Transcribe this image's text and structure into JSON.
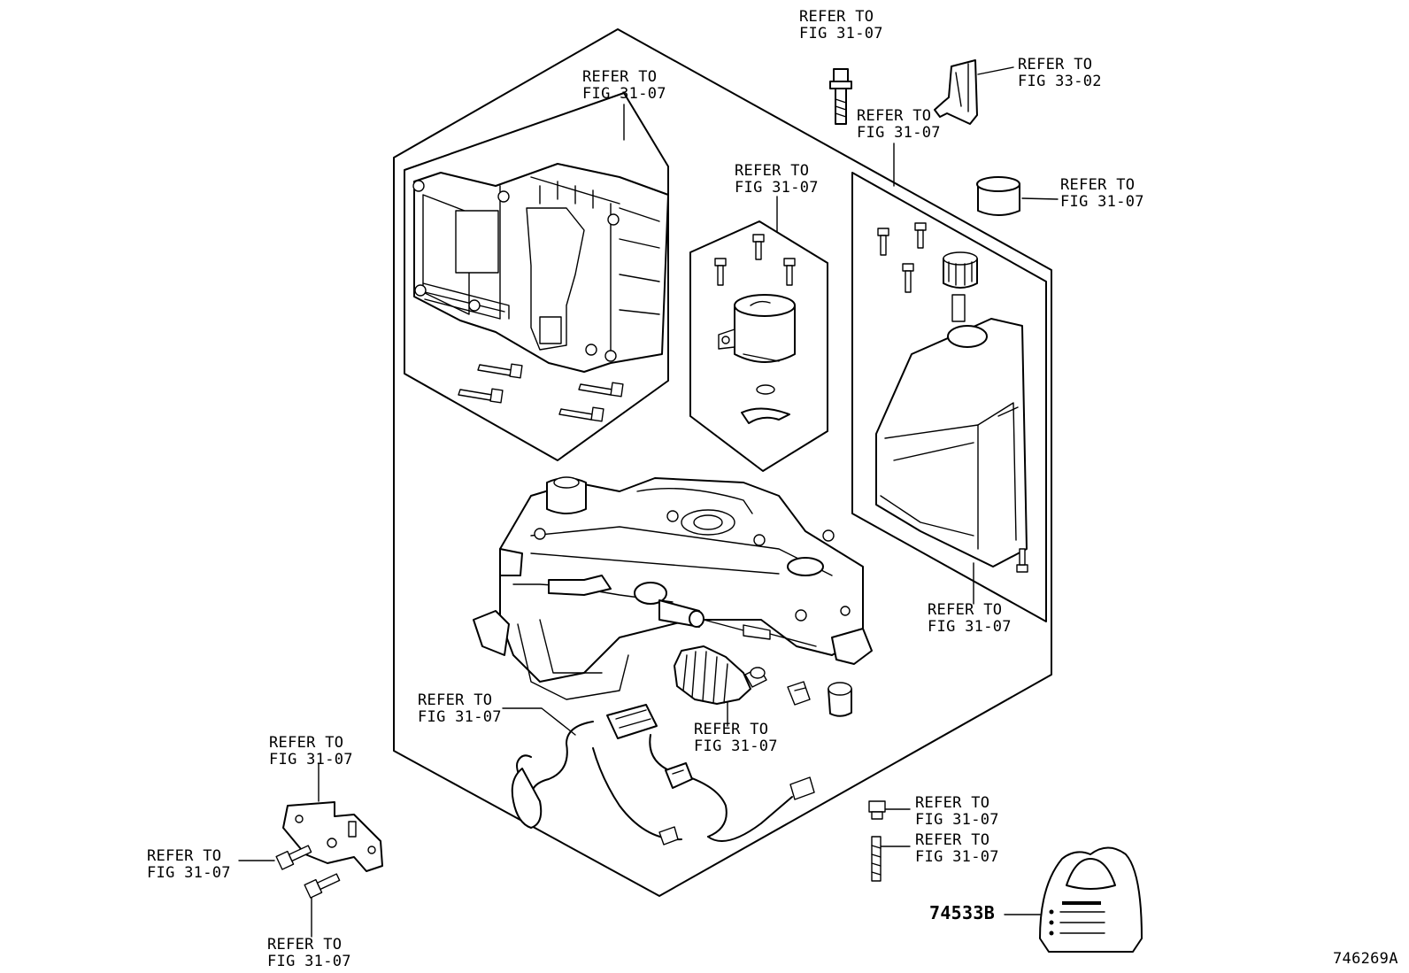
{
  "refs": {
    "bolt_top": [
      "REFER TO",
      "FIG 31-07"
    ],
    "bracket_top": [
      "REFER TO",
      "FIG 33-02"
    ],
    "assembly_top": [
      "REFER TO",
      "FIG 31-07"
    ],
    "cap_right": [
      "REFER TO",
      "FIG 31-07"
    ],
    "actuator_box": [
      "REFER TO",
      "FIG 31-07"
    ],
    "motor_box": [
      "REFER TO",
      "FIG 31-07"
    ],
    "reservoir_box": [
      "REFER TO",
      "FIG 31-07"
    ],
    "harness": [
      "REFER TO",
      "FIG 31-07"
    ],
    "boot": [
      "REFER TO",
      "FIG 31-07"
    ],
    "plate": [
      "REFER TO",
      "FIG 31-07"
    ],
    "plate_bolt_left": [
      "REFER TO",
      "FIG 31-07"
    ],
    "plate_bolt_bottom": [
      "REFER TO",
      "FIG 31-07"
    ],
    "nut_right": [
      "REFER TO",
      "FIG 31-07"
    ],
    "stud_right": [
      "REFER TO",
      "FIG 31-07"
    ]
  },
  "part_number_label": "74533B",
  "figure_id": "746269A"
}
